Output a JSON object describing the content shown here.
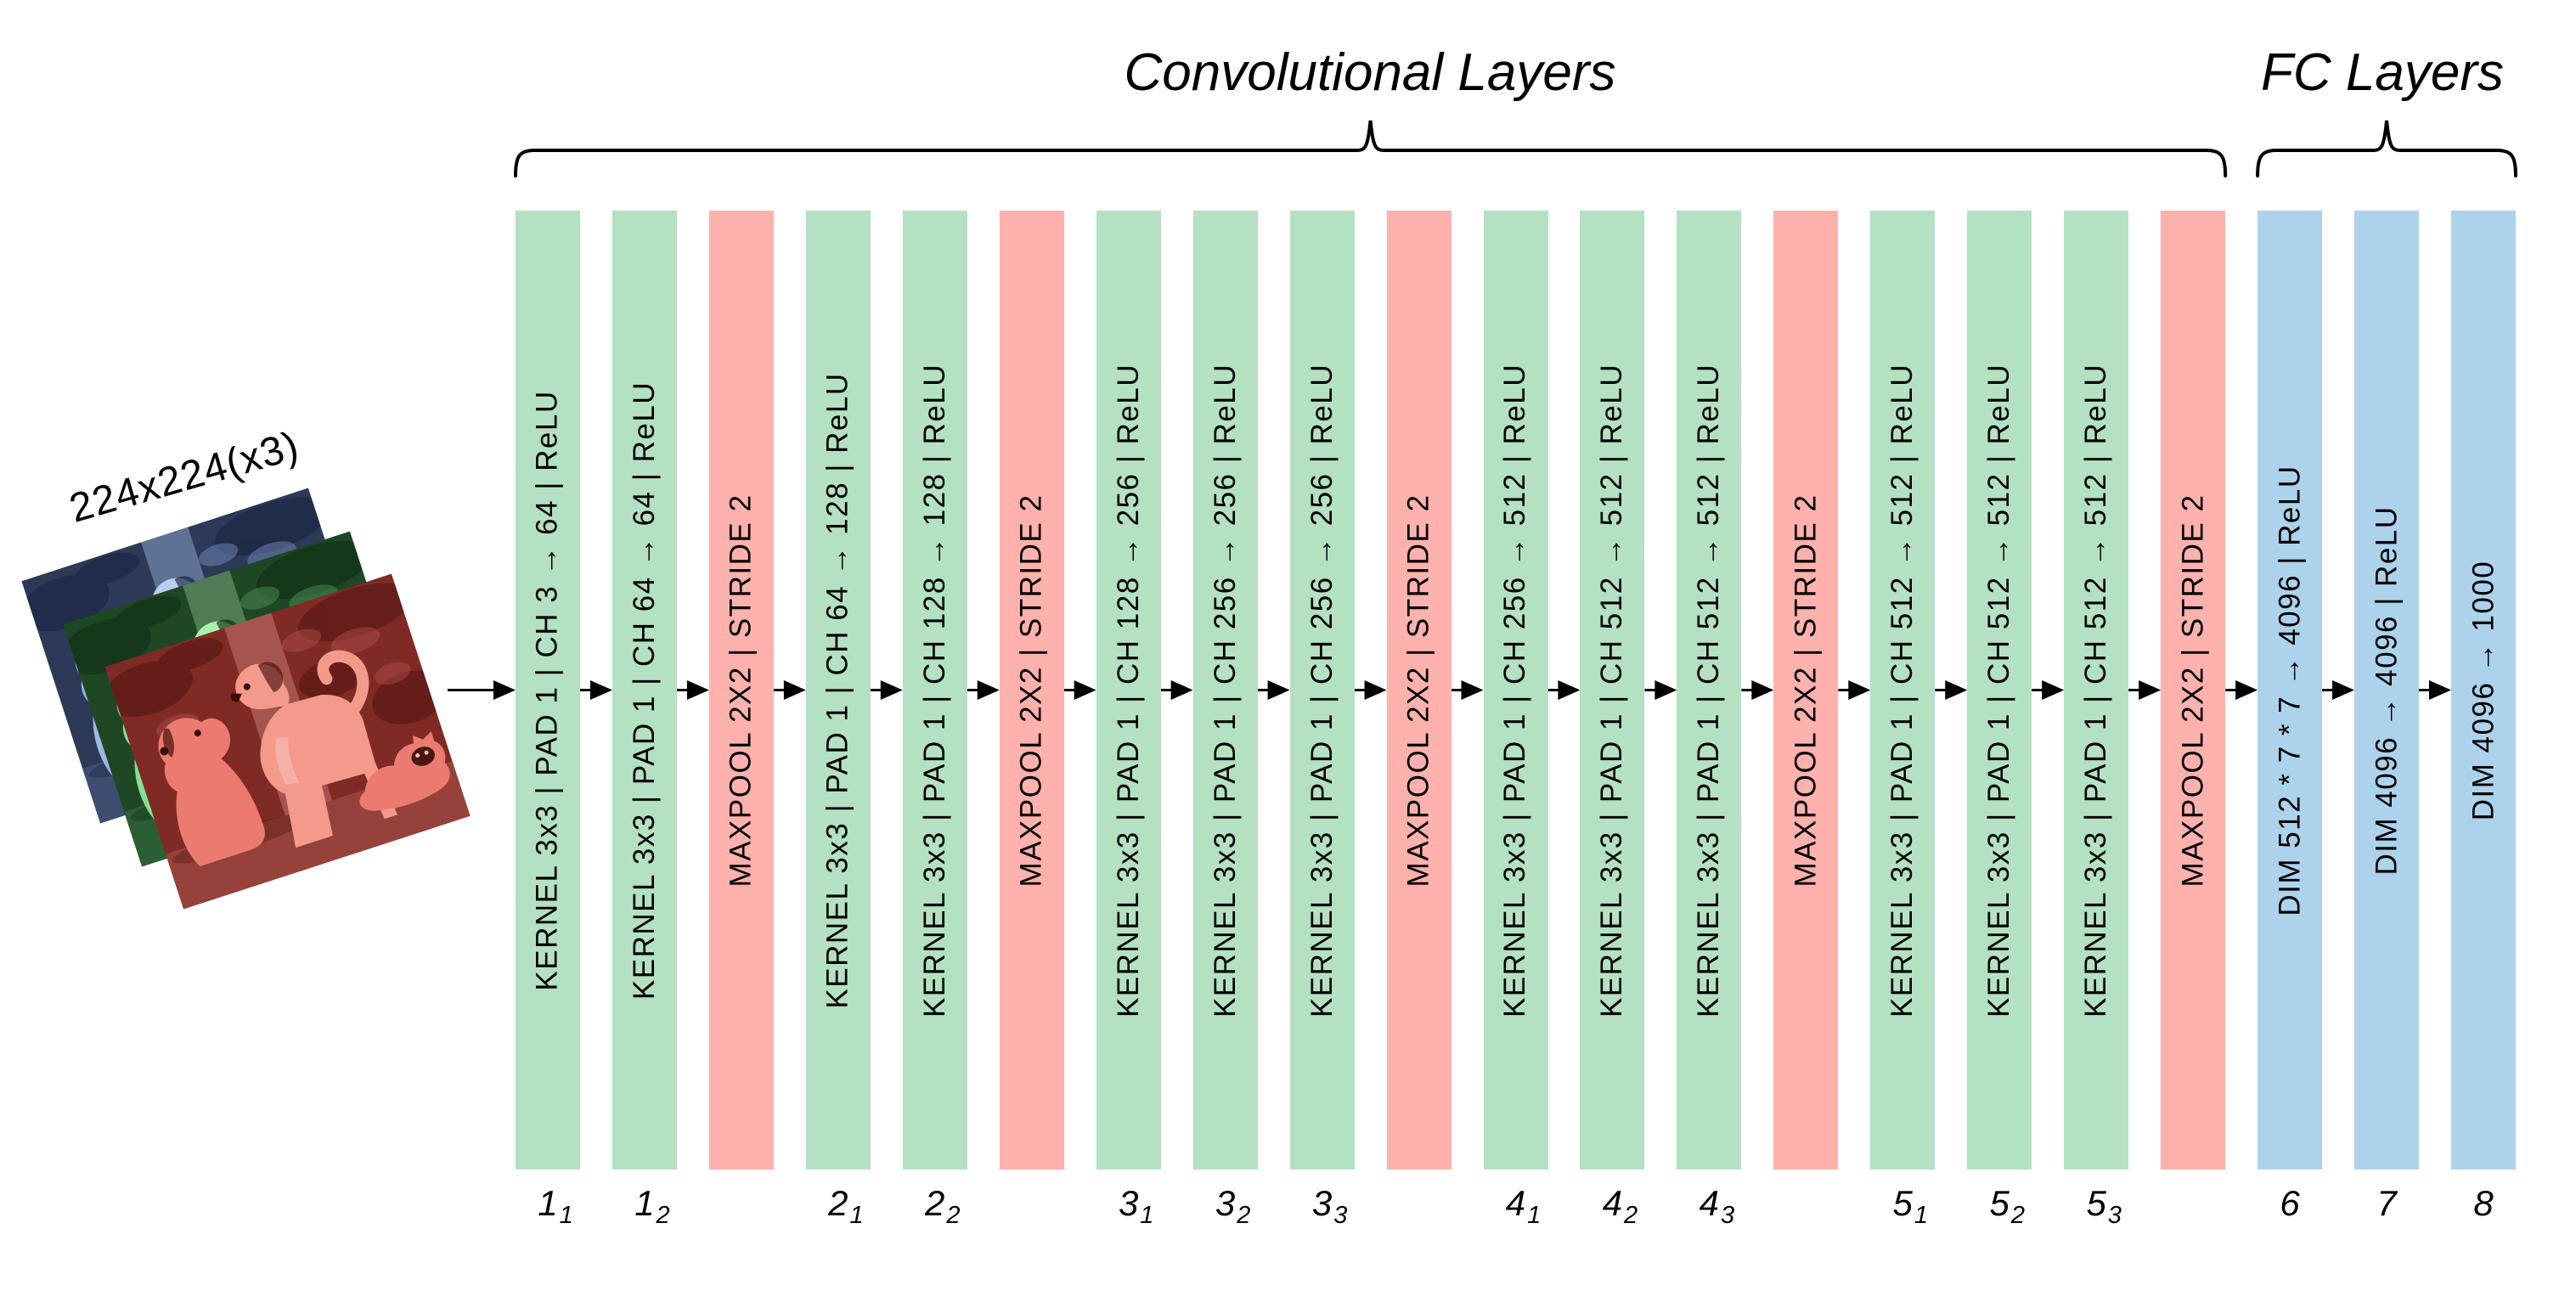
{
  "header": {
    "conv_title": "Convolutional Layers",
    "fc_title": "FC Layers"
  },
  "input": {
    "size_label": "224x224(x3)",
    "photos": [
      {
        "name": "blue-channel-photo",
        "bg": "#2c3a58",
        "pole": "#93a9cd",
        "dark": "#141f3a",
        "mid": "#7b93c2",
        "dog1": "#9db7e6",
        "dog2": "#bccdf0",
        "light": "#dde6f8",
        "face": "#10192e",
        "ground": "#3c4d70"
      },
      {
        "name": "green-channel-photo",
        "bg": "#1e4724",
        "pole": "#7fb286",
        "dark": "#0c2810",
        "mid": "#55995e",
        "dog1": "#86df92",
        "dog2": "#a9f0b1",
        "light": "#ccf8d1",
        "face": "#0a2410",
        "ground": "#2b5e33"
      },
      {
        "name": "red-channel-photo",
        "bg": "#802a25",
        "pole": "#c97f76",
        "dark": "#49110d",
        "mid": "#b25049",
        "dog1": "#eb7b70",
        "dog2": "#f39a8d",
        "light": "#f9c2b8",
        "face": "#390c09",
        "ground": "#96423b"
      }
    ]
  },
  "colors": {
    "conv_green": "#b4e1c2",
    "pool_pink": "#ffb1ad",
    "fc_blue": "#add2ec",
    "stroke": "#000000"
  },
  "icons": {
    "flow_arrow": "flow-arrow-icon",
    "brace": "curly-brace-icon"
  },
  "layers": [
    {
      "id": "conv1_1",
      "type": "conv",
      "label": "KERNEL 3x3 | PAD 1 | CH 3 → 64 | ReLU",
      "num": "1",
      "sub": "1"
    },
    {
      "id": "conv1_2",
      "type": "conv",
      "label": "KERNEL 3x3 | PAD 1 | CH 64 → 64 | ReLU",
      "num": "1",
      "sub": "2"
    },
    {
      "id": "pool1",
      "type": "pool",
      "label": "MAXPOOL 2X2 | STRIDE 2",
      "num": "",
      "sub": ""
    },
    {
      "id": "conv2_1",
      "type": "conv",
      "label": "KERNEL 3x3 | PAD 1 | CH 64 → 128 | ReLU",
      "num": "2",
      "sub": "1"
    },
    {
      "id": "conv2_2",
      "type": "conv",
      "label": "KERNEL 3x3 | PAD 1 | CH 128 → 128 | ReLU",
      "num": "2",
      "sub": "2"
    },
    {
      "id": "pool2",
      "type": "pool",
      "label": "MAXPOOL 2X2 | STRIDE 2",
      "num": "",
      "sub": ""
    },
    {
      "id": "conv3_1",
      "type": "conv",
      "label": "KERNEL 3x3 | PAD 1 | CH 128 → 256 | ReLU",
      "num": "3",
      "sub": "1"
    },
    {
      "id": "conv3_2",
      "type": "conv",
      "label": "KERNEL 3x3 | PAD 1 | CH 256 → 256 | ReLU",
      "num": "3",
      "sub": "2"
    },
    {
      "id": "conv3_3",
      "type": "conv",
      "label": "KERNEL 3x3 | PAD 1 | CH 256 → 256 | ReLU",
      "num": "3",
      "sub": "3"
    },
    {
      "id": "pool3",
      "type": "pool",
      "label": "MAXPOOL 2X2 | STRIDE 2",
      "num": "",
      "sub": ""
    },
    {
      "id": "conv4_1",
      "type": "conv",
      "label": "KERNEL 3x3 | PAD 1 | CH 256 → 512 | ReLU",
      "num": "4",
      "sub": "1"
    },
    {
      "id": "conv4_2",
      "type": "conv",
      "label": "KERNEL 3x3 | PAD 1 | CH 512 → 512 | ReLU",
      "num": "4",
      "sub": "2"
    },
    {
      "id": "conv4_3",
      "type": "conv",
      "label": "KERNEL 3x3 | PAD 1 | CH 512 → 512 | ReLU",
      "num": "4",
      "sub": "3"
    },
    {
      "id": "pool4",
      "type": "pool",
      "label": "MAXPOOL 2X2 | STRIDE 2",
      "num": "",
      "sub": ""
    },
    {
      "id": "conv5_1",
      "type": "conv",
      "label": "KERNEL 3x3 | PAD 1 | CH 512 → 512 | ReLU",
      "num": "5",
      "sub": "1"
    },
    {
      "id": "conv5_2",
      "type": "conv",
      "label": "KERNEL 3x3 | PAD 1 | CH 512 → 512 | ReLU",
      "num": "5",
      "sub": "2"
    },
    {
      "id": "conv5_3",
      "type": "conv",
      "label": "KERNEL 3x3 | PAD 1 | CH 512 → 512 | ReLU",
      "num": "5",
      "sub": "3"
    },
    {
      "id": "pool5",
      "type": "pool",
      "label": "MAXPOOL 2X2 | STRIDE 2",
      "num": "",
      "sub": ""
    },
    {
      "id": "fc6",
      "type": "fc",
      "label": "DIM 512 * 7 * 7 → 4096 | ReLU",
      "num": "6",
      "sub": ""
    },
    {
      "id": "fc7",
      "type": "fc",
      "label": "DIM 4096 → 4096 | ReLU",
      "num": "7",
      "sub": ""
    },
    {
      "id": "fc8",
      "type": "fc",
      "label": "DIM 4096 → 1000",
      "num": "8",
      "sub": ""
    }
  ]
}
